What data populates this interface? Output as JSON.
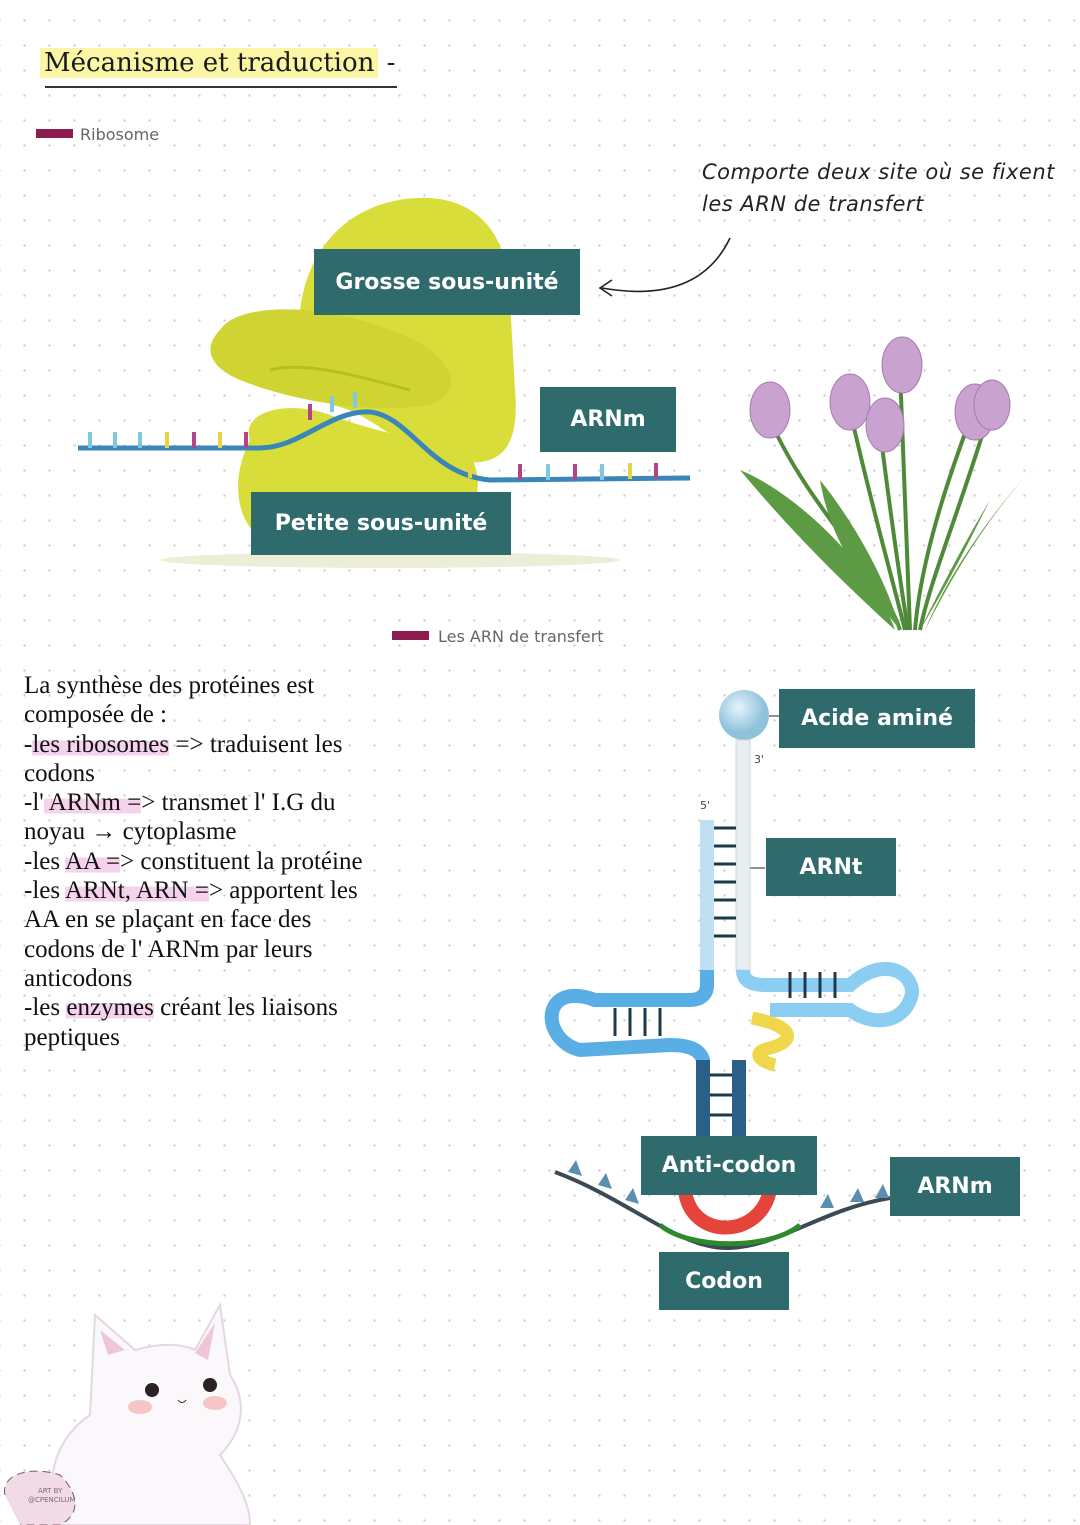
{
  "title": "Mécanisme et traduction",
  "title_suffix": "-",
  "ribosome_section": {
    "legend": "Ribosome",
    "note_lines": [
      "Comporte deux site où se fixent",
      "les ARN de transfert"
    ],
    "labels": {
      "large": "Grosse sous-unité",
      "mrna": "ARNm",
      "small": "Petite sous-unité"
    }
  },
  "trna_section": {
    "legend": "Les ARN de transfert",
    "labels": {
      "amino_acid": "Acide aminé",
      "trna": "ARNt",
      "anticodon": "Anti-codon",
      "mrna": "ARNm",
      "codon": "Codon",
      "end3": "3'",
      "end5": "5'"
    }
  },
  "paragraph": {
    "l1": "La synthèse des protéines est",
    "l2": "composée de :",
    "l3a": "-",
    "l3b": "les ribosomes",
    "l3c": " => traduisent les",
    "l4": "codons",
    "l5a": "-l'",
    "l5b": " ARNm =",
    "l5c": "> transmet l' I.G du",
    "l6": "noyau → cytoplasme",
    "l7a": "-les ",
    "l7b": "AA =",
    "l7c": "> constituent la protéine",
    "l8a": "-les ",
    "l8b": "ARNt, ARN =",
    "l8c": "> apportent les",
    "l9": "AA en se plaçant en face des",
    "l10": "codons de l' ARNm par leurs",
    "l11": "anticodons",
    "l12a": "-les ",
    "l12b": "enzymes",
    "l12c": " créant les liaisons",
    "l13": "peptiques"
  },
  "watermark": {
    "line1": "ART BY",
    "line2": "@CPENCILUM"
  },
  "colors": {
    "tag": "#2f6b6d",
    "legend": "#8e1c50",
    "highlight_yellow": "#fbf6a6",
    "highlight_pink": "#f6d3ec",
    "ribosome": "#d9dd3a"
  }
}
